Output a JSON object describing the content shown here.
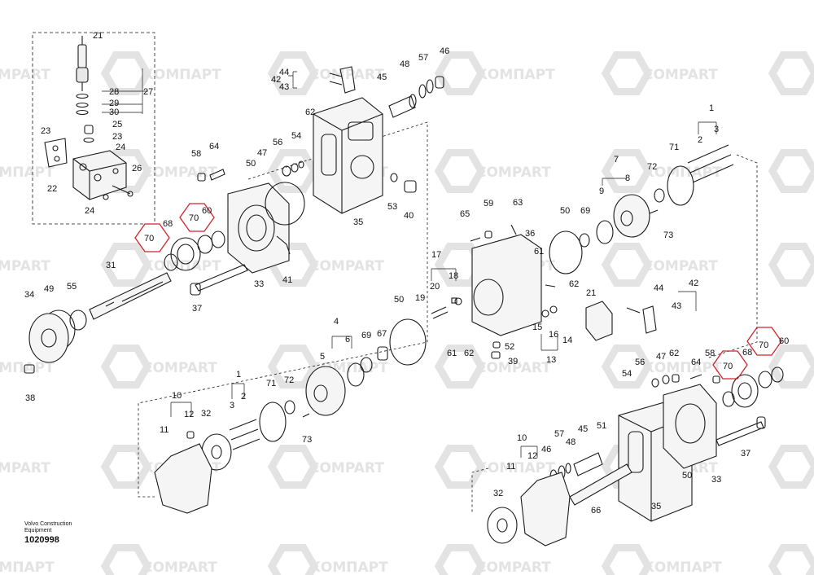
{
  "watermark": {
    "text_latin": "COMPART",
    "text_cyrillic": "КОМПАРТ"
  },
  "caption": {
    "brand": "Volvo Construction Equipment",
    "drawing_number": "1020998"
  },
  "callouts": [
    "1",
    "2",
    "3",
    "4",
    "5",
    "6",
    "7",
    "8",
    "9",
    "10",
    "11",
    "12",
    "13",
    "14",
    "15",
    "16",
    "17",
    "18",
    "19",
    "20",
    "21",
    "22",
    "23",
    "24",
    "25",
    "26",
    "27",
    "28",
    "29",
    "30",
    "31",
    "32",
    "33",
    "34",
    "35",
    "36",
    "37",
    "38",
    "39",
    "40",
    "41",
    "42",
    "43",
    "44",
    "45",
    "46",
    "47",
    "48",
    "49",
    "50",
    "51",
    "52",
    "53",
    "54",
    "55",
    "56",
    "57",
    "58",
    "59",
    "60",
    "61",
    "62",
    "63",
    "64",
    "65",
    "66",
    "67",
    "68",
    "69",
    "70",
    "71",
    "72",
    "73"
  ],
  "highlighted_callout": "70",
  "colors": {
    "line": "#1a1a1a",
    "highlight": "#d2232a",
    "watermark": "#e3e3e3",
    "background": "#ffffff"
  }
}
